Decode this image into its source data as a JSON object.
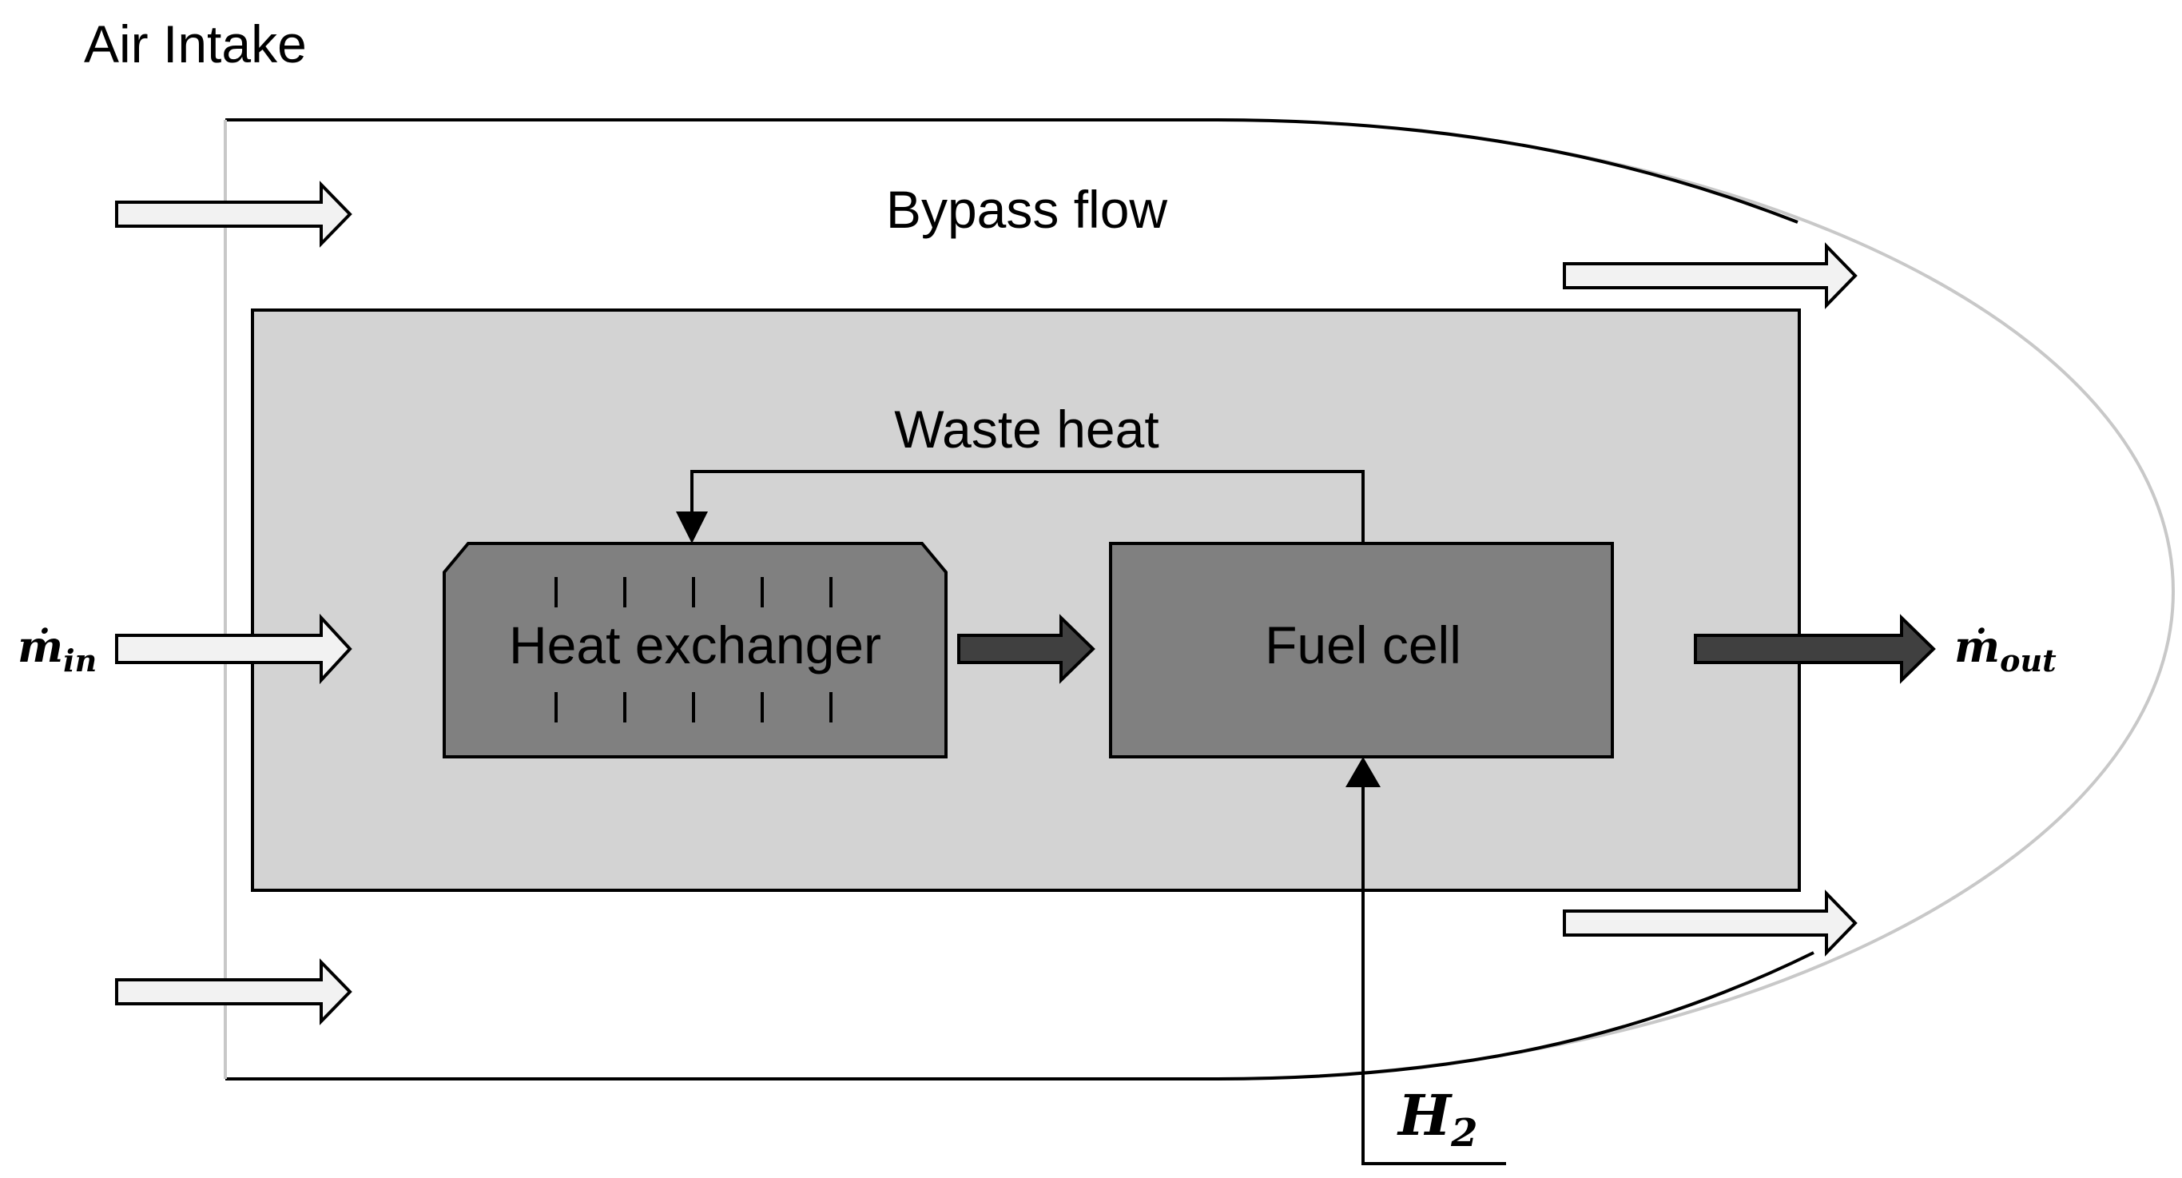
{
  "labels": {
    "air_intake": "Air Intake",
    "bypass_flow": "Bypass flow",
    "waste_heat": "Waste heat",
    "heat_exchanger": "Heat exchanger",
    "fuel_cell": "Fuel cell",
    "m_symbol": "ṁ",
    "m_in_sub": "in",
    "m_out_sub": "out",
    "h_symbol": "H",
    "h_sub": "2"
  },
  "colors": {
    "core_fill": "#d3d3d3",
    "component_fill": "#808080",
    "dark_arrow": "#404040",
    "light_arrow": "#f2f2f2",
    "nacelle_outline": "#c8c8c8",
    "line": "#000000"
  }
}
